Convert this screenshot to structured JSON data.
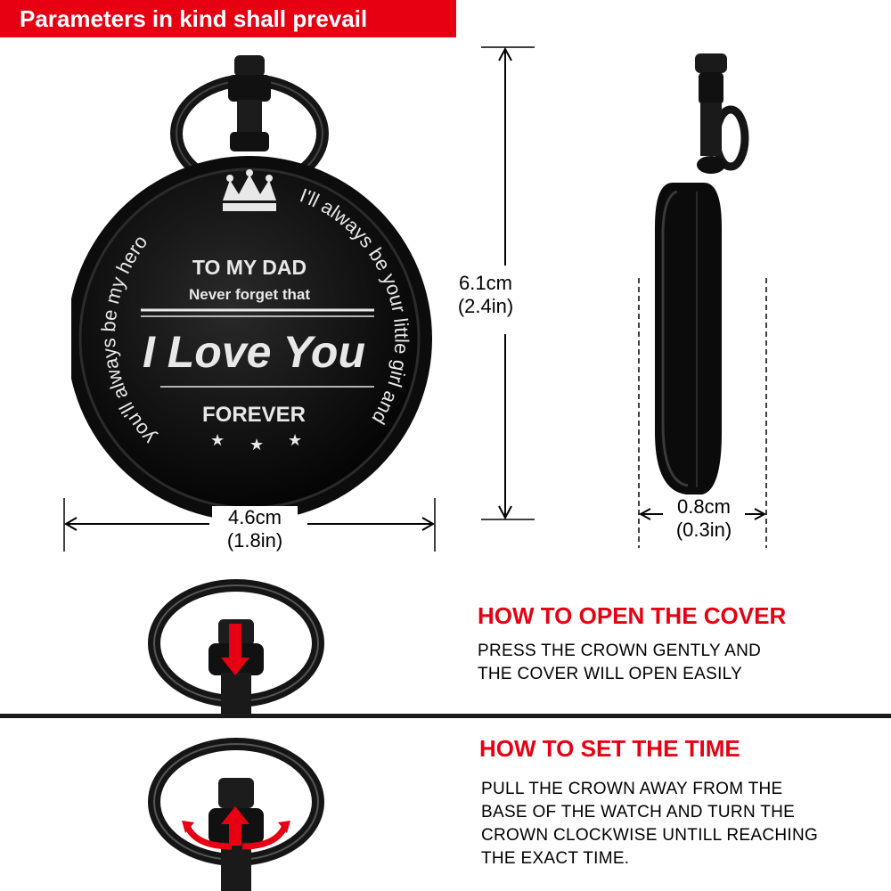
{
  "banner": {
    "text": "Parameters in kind  shall prevail"
  },
  "watch": {
    "title": "TO MY DAD",
    "subtitle": "Never forget that",
    "main": "I Love You",
    "footer": "FOREVER",
    "arc_left": "you'll always be my hero",
    "arc_right": "I'll always be your little girl and"
  },
  "dimensions": {
    "height": {
      "metric": "6.1cm",
      "imperial": "(2.4in)"
    },
    "width": {
      "metric": "4.6cm",
      "imperial": "(1.8in)"
    },
    "thickness": {
      "metric": "0.8cm",
      "imperial": "(0.3in)"
    }
  },
  "open_cover": {
    "heading": "HOW TO OPEN THE COVER",
    "lines": [
      "PRESS THE CROWN GENTLY AND",
      "THE COVER WILL OPEN EASILY"
    ]
  },
  "set_time": {
    "heading": "HOW TO SET THE TIME",
    "lines": [
      "PULL THE CROWN AWAY FROM THE",
      "BASE OF THE WATCH AND TURN THE",
      "CROWN CLOCKWISE UNTILL REACHING",
      "THE EXACT TIME."
    ]
  },
  "colors": {
    "accent": "#e60012",
    "watch_body": "#111111",
    "engraving": "#e8e8e8"
  }
}
